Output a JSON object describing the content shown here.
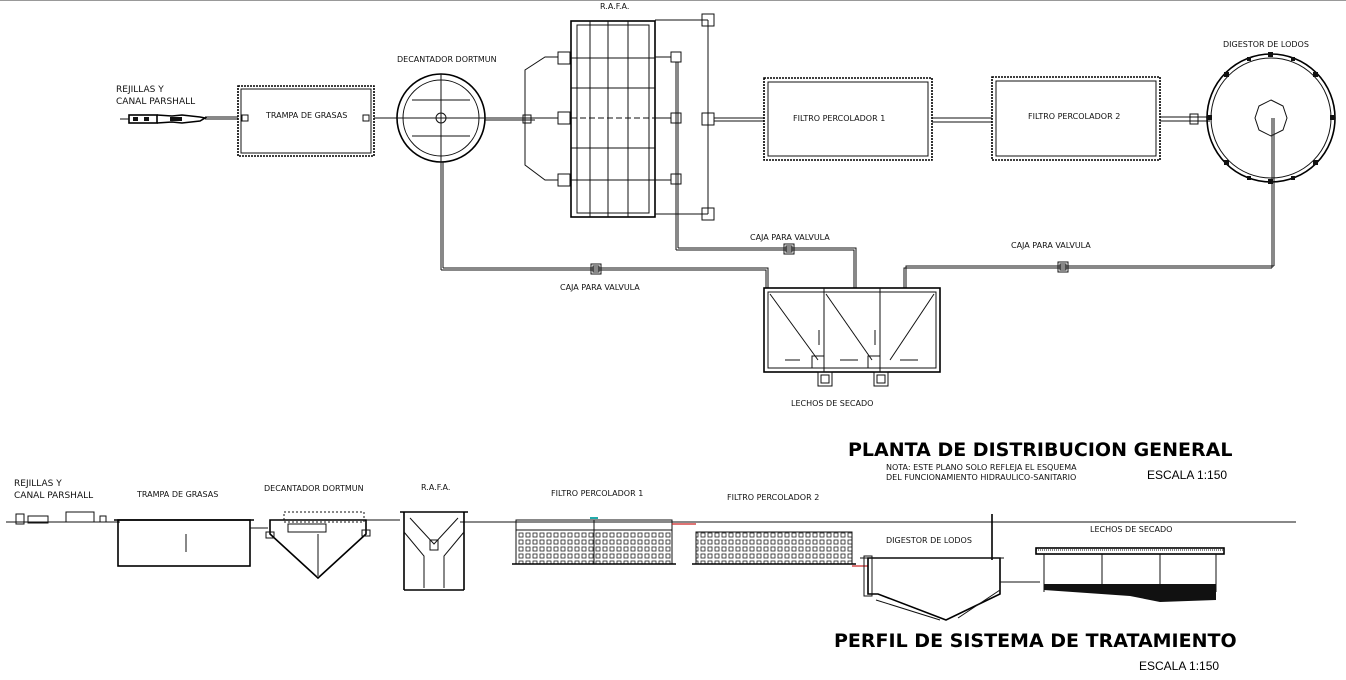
{
  "plan": {
    "rejillas_line1": "REJILLAS Y",
    "rejillas_line2": "CANAL PARSHALL",
    "trampa": "TRAMPA DE GRASAS",
    "decantador": "DECANTADOR DORTMUN",
    "rafa": "R.A.F.A.",
    "filtro1": "FILTRO PERCOLADOR 1",
    "filtro2": "FILTRO PERCOLADOR 2",
    "digestor": "DIGESTOR DE LODOS",
    "caja_a": "CAJA PARA VALVULA",
    "caja_b": "CAJA PARA VALVULA",
    "caja_c": "CAJA PARA VALVULA",
    "lechos": "LECHOS DE SECADO",
    "title": "PLANTA DE DISTRIBUCION GENERAL",
    "note_line1": "NOTA: ESTE PLANO SOLO REFLEJA EL ESQUEMA",
    "note_line2": "DEL FUNCIONAMIENTO HIDRAULICO-SANITARIO",
    "escala": "ESCALA 1:150"
  },
  "profile": {
    "rejillas_line1": "REJILLAS Y",
    "rejillas_line2": "CANAL PARSHALL",
    "trampa": "TRAMPA DE GRASAS",
    "decantador": "DECANTADOR DORTMUN",
    "rafa": "R.A.F.A.",
    "filtro1": "FILTRO PERCOLADOR 1",
    "filtro2": "FILTRO PERCOLADOR 2",
    "digestor": "DIGESTOR DE LODOS",
    "lechos": "LECHOS DE SECADO",
    "title": "PERFIL DE SISTEMA DE TRATAMIENTO",
    "escala": "ESCALA 1:150"
  },
  "colors": {
    "line": "#111111",
    "accent_red": "#cc2222",
    "accent_teal": "#22aaaa"
  }
}
